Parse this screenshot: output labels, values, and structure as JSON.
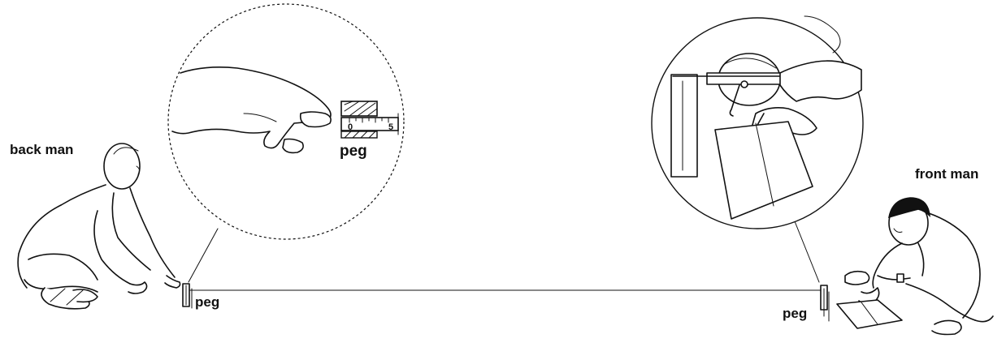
{
  "labels": {
    "back_man": "back man",
    "front_man": "front man",
    "peg_inset": "peg",
    "peg_back": "peg",
    "peg_front": "peg",
    "tape_start": "0",
    "tape_mark": "5"
  },
  "colors": {
    "ink": "#111111",
    "paper": "#ffffff"
  }
}
